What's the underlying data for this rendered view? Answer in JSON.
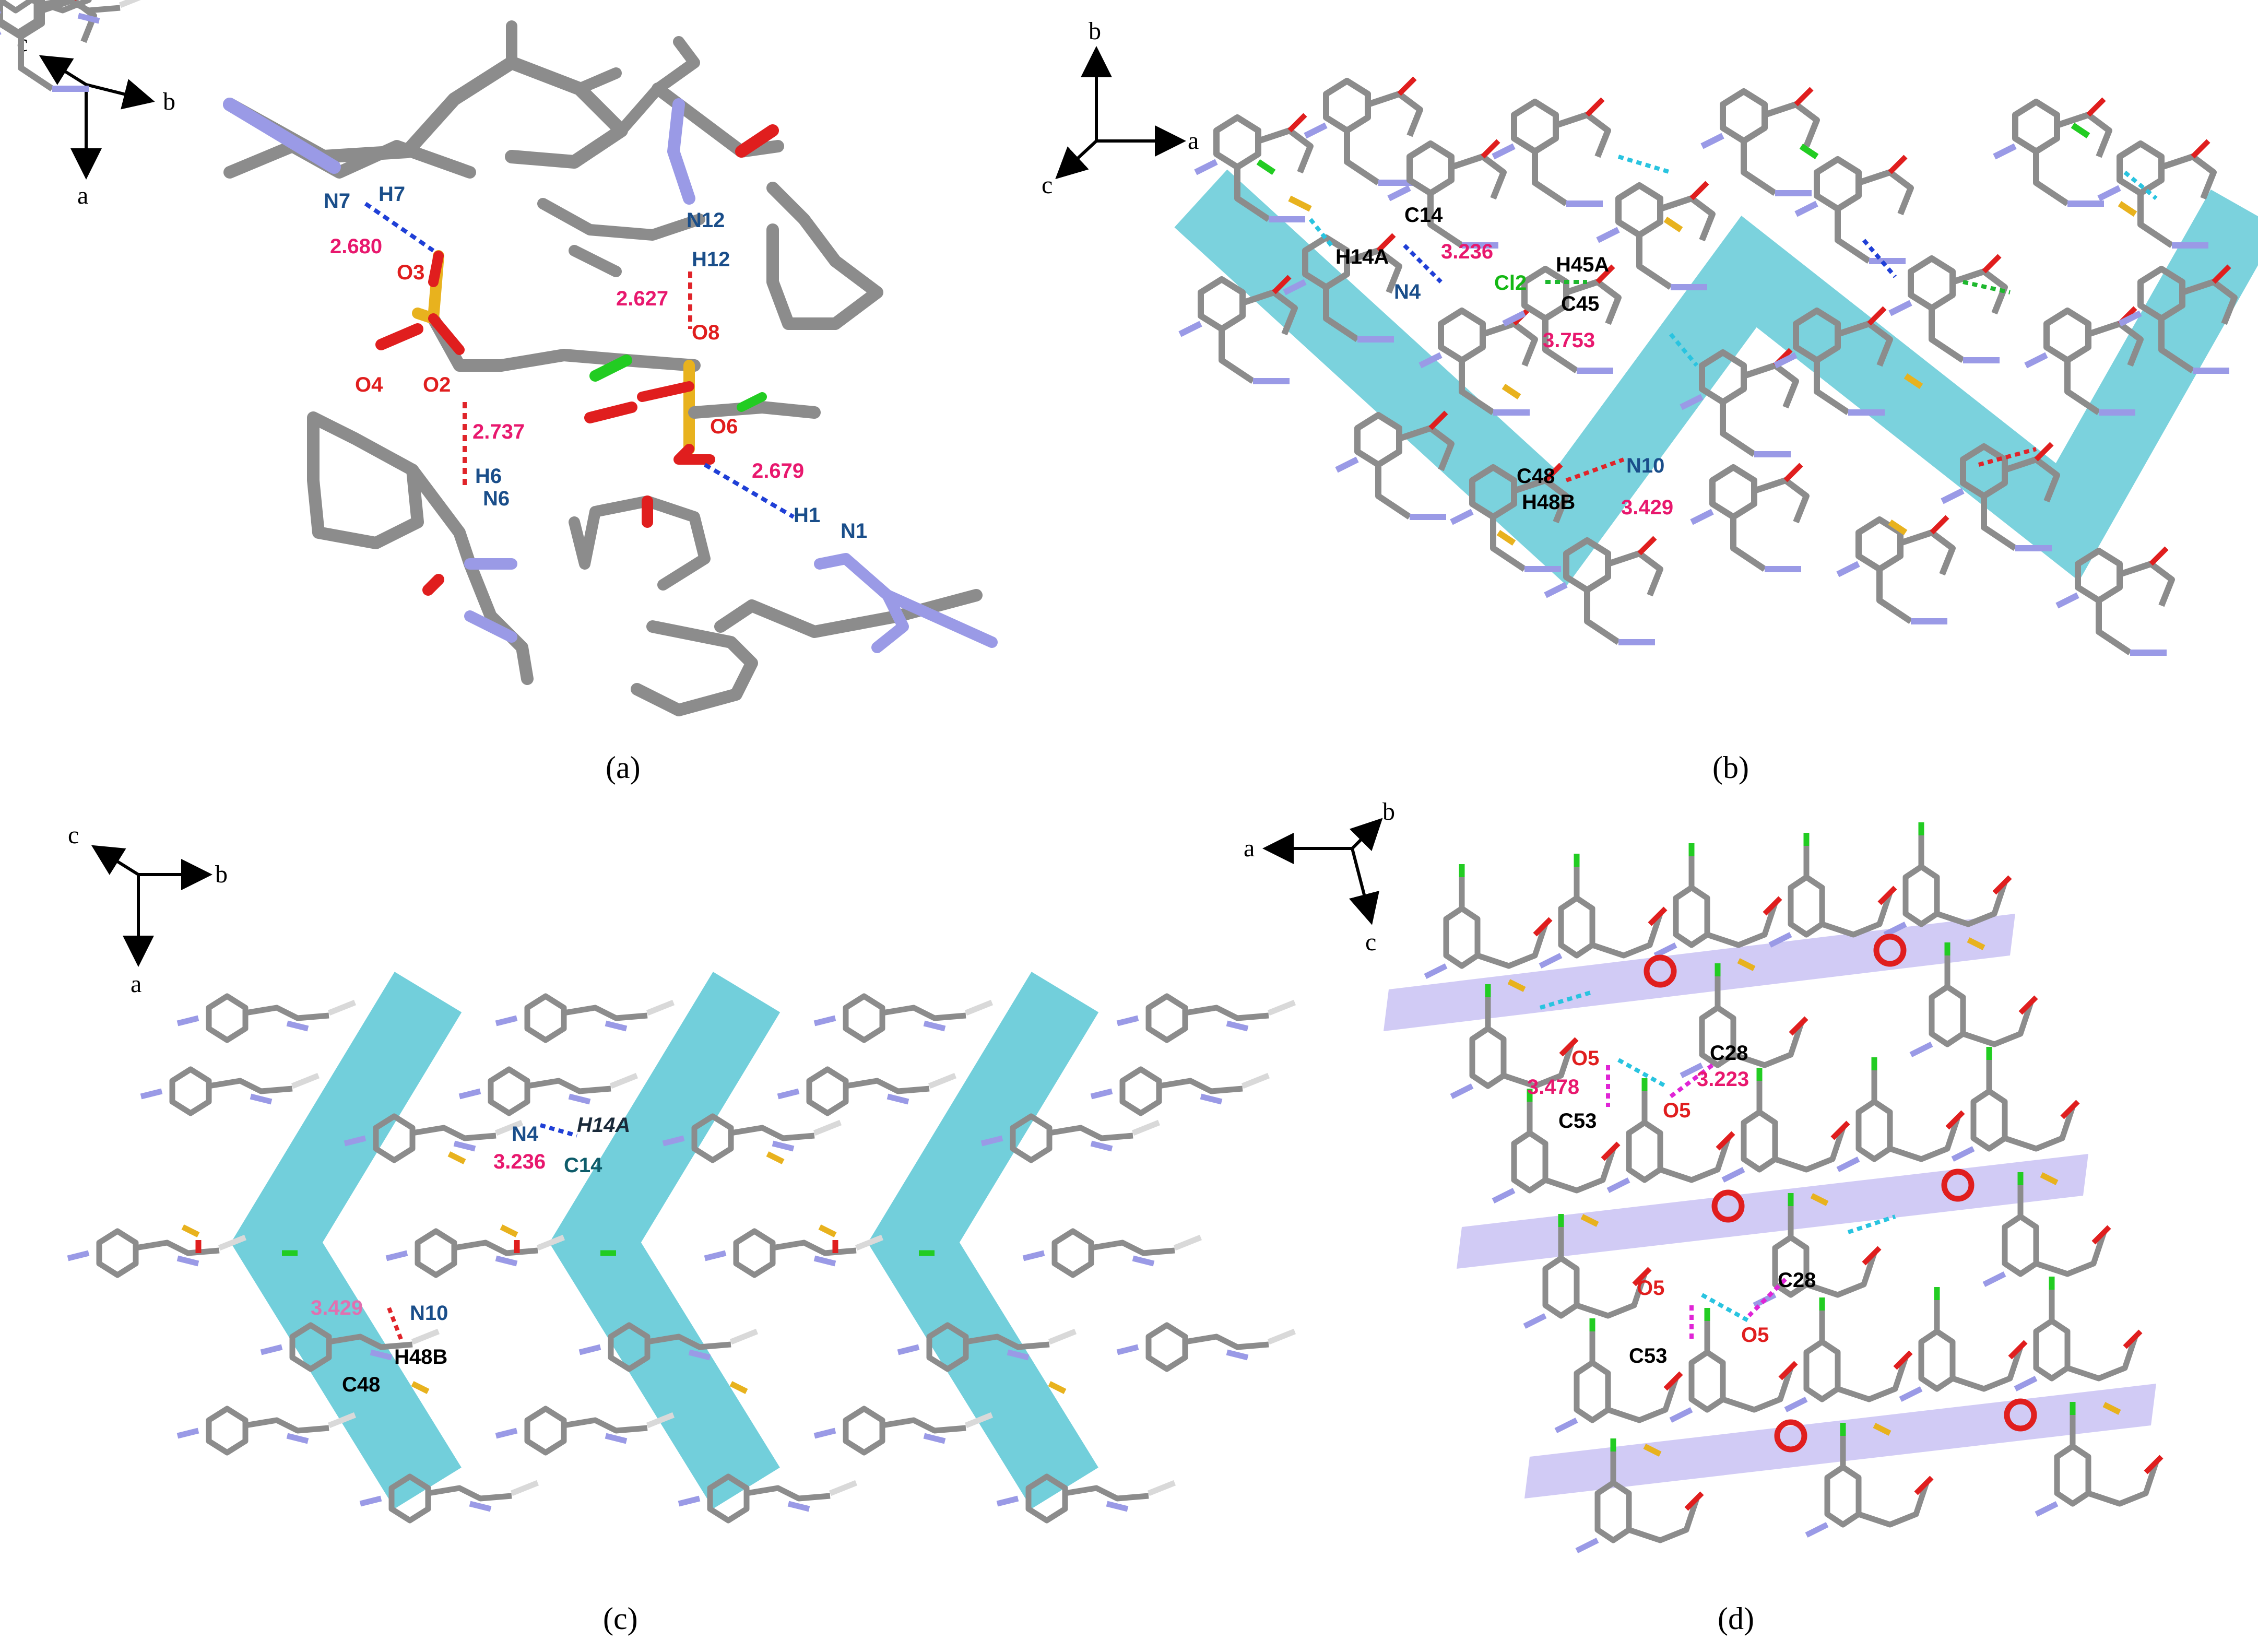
{
  "colors": {
    "carbon": "#8c8c8c",
    "carbon_dark": "#6e6e6e",
    "hydrogen": "#d9d9d9",
    "nitrogen": "#9a9ae6",
    "oxygen": "#e01e1e",
    "sulfur": "#e8b21e",
    "chlorine": "#22cc22",
    "band_cyan": "#4fc3d2",
    "band_lilac": "#b3a8ee",
    "hbond_blue": "#1f3fd6",
    "hbond_red": "#e0242a",
    "hbond_green": "#1eb82e",
    "hbond_cyan": "#29c4e0",
    "hbond_magenta": "#e024d6",
    "dist_pink": "#e8186e",
    "n_label": "#1a4e8a",
    "o_label": "#e01e1e",
    "cl_label": "#14b814"
  },
  "panels": {
    "a": {
      "caption": "(a)",
      "axes": {
        "c": "c",
        "b": "b",
        "a": "a"
      },
      "labels": {
        "N7": "N7",
        "H7": "H7",
        "d1": "2.680",
        "O3": "O3",
        "N12": "N12",
        "H12": "H12",
        "d2": "2.627",
        "O8": "O8",
        "O4": "O4",
        "O2": "O2",
        "d3": "2.737",
        "H6": "H6",
        "N6": "N6",
        "O6": "O6",
        "d4": "2.679",
        "H1": "H1",
        "N1": "N1"
      }
    },
    "b": {
      "caption": "(b)",
      "axes": {
        "b": "b",
        "a": "a",
        "c": "c"
      },
      "labels": {
        "C14": "C14",
        "H14A": "H14A",
        "d1": "3.236",
        "N4": "N4",
        "Cl2": "Cl2",
        "H45A": "H45A",
        "C45": "C45",
        "d2": "3.753",
        "C48": "C48",
        "N10": "N10",
        "H48B": "H48B",
        "d3": "3.429"
      }
    },
    "c": {
      "caption": "(c)",
      "axes": {
        "c": "c",
        "b": "b",
        "a": "a"
      },
      "labels": {
        "N4": "N4",
        "H14A": "H14A",
        "d1": "3.236",
        "C14": "C14",
        "d2": "3.429",
        "N10": "N10",
        "H48B": "H48B",
        "C48": "C48"
      }
    },
    "d": {
      "caption": "(d)",
      "axes": {
        "a": "a",
        "b": "b",
        "c": "c"
      },
      "labels": {
        "O5a": "O5",
        "C28a": "C28",
        "d1": "3.478",
        "d2": "3.223",
        "O5b": "O5",
        "C53a": "C53",
        "O5c": "O5",
        "C28b": "C28",
        "O5d": "O5",
        "C53b": "C53"
      }
    }
  }
}
